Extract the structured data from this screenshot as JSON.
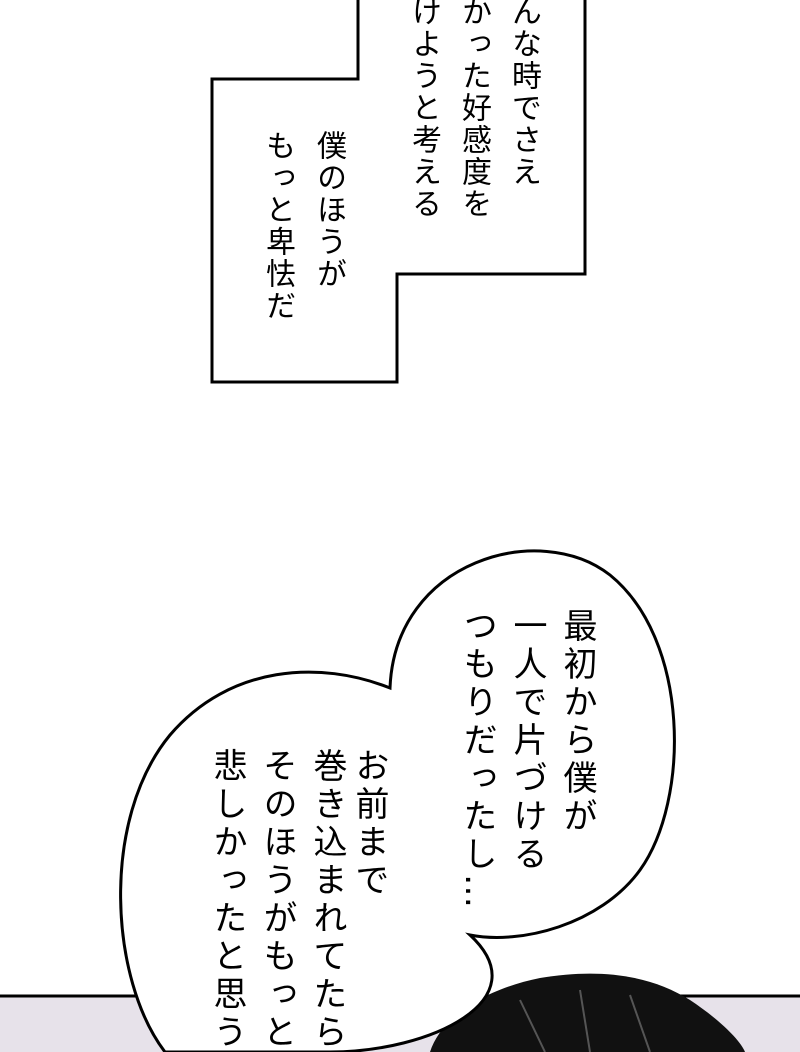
{
  "caption_box_top": {
    "lines": [
      "んな時でさえ",
      "かった好感度を",
      "けようと考える"
    ]
  },
  "caption_box_bottom": {
    "lines": [
      "僕のほうが",
      "もっと卑怯だ"
    ]
  },
  "speech_bubble": {
    "lines": [
      "最初から僕が",
      "一人で片づける",
      "つもりだったし…",
      "お前まで",
      "巻き込まれてたら",
      "そのほうがもっと",
      "悲しかったと思う"
    ]
  }
}
